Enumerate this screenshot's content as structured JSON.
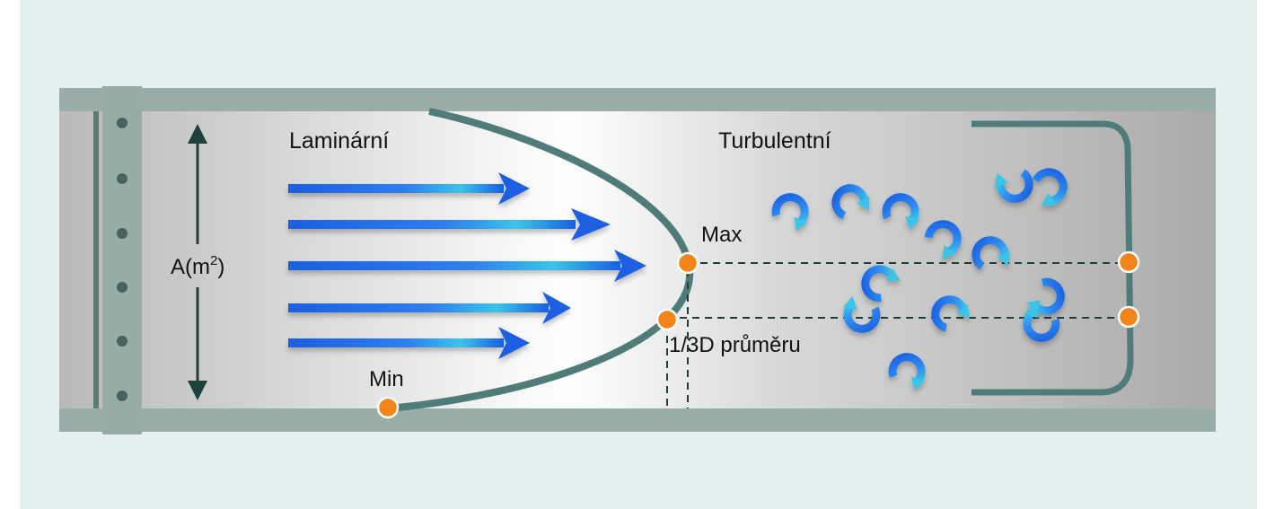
{
  "labels": {
    "laminar": "Laminární",
    "turbulent": "Turbulentní",
    "max": "Max",
    "min": "Min",
    "area": "A(m",
    "area_sup": "2",
    "area_close": ")",
    "diameter": "1/3D průměru"
  },
  "colors": {
    "panel_bg": "#e4efef",
    "pipe_wall": "#9aaea9",
    "profile_curve": "#4f7c78",
    "arrow_dark": "#1a5fe0",
    "arrow_light": "#3bc4e8",
    "marker": "#f2841a",
    "dimension_arrow": "#1f3f3a"
  }
}
